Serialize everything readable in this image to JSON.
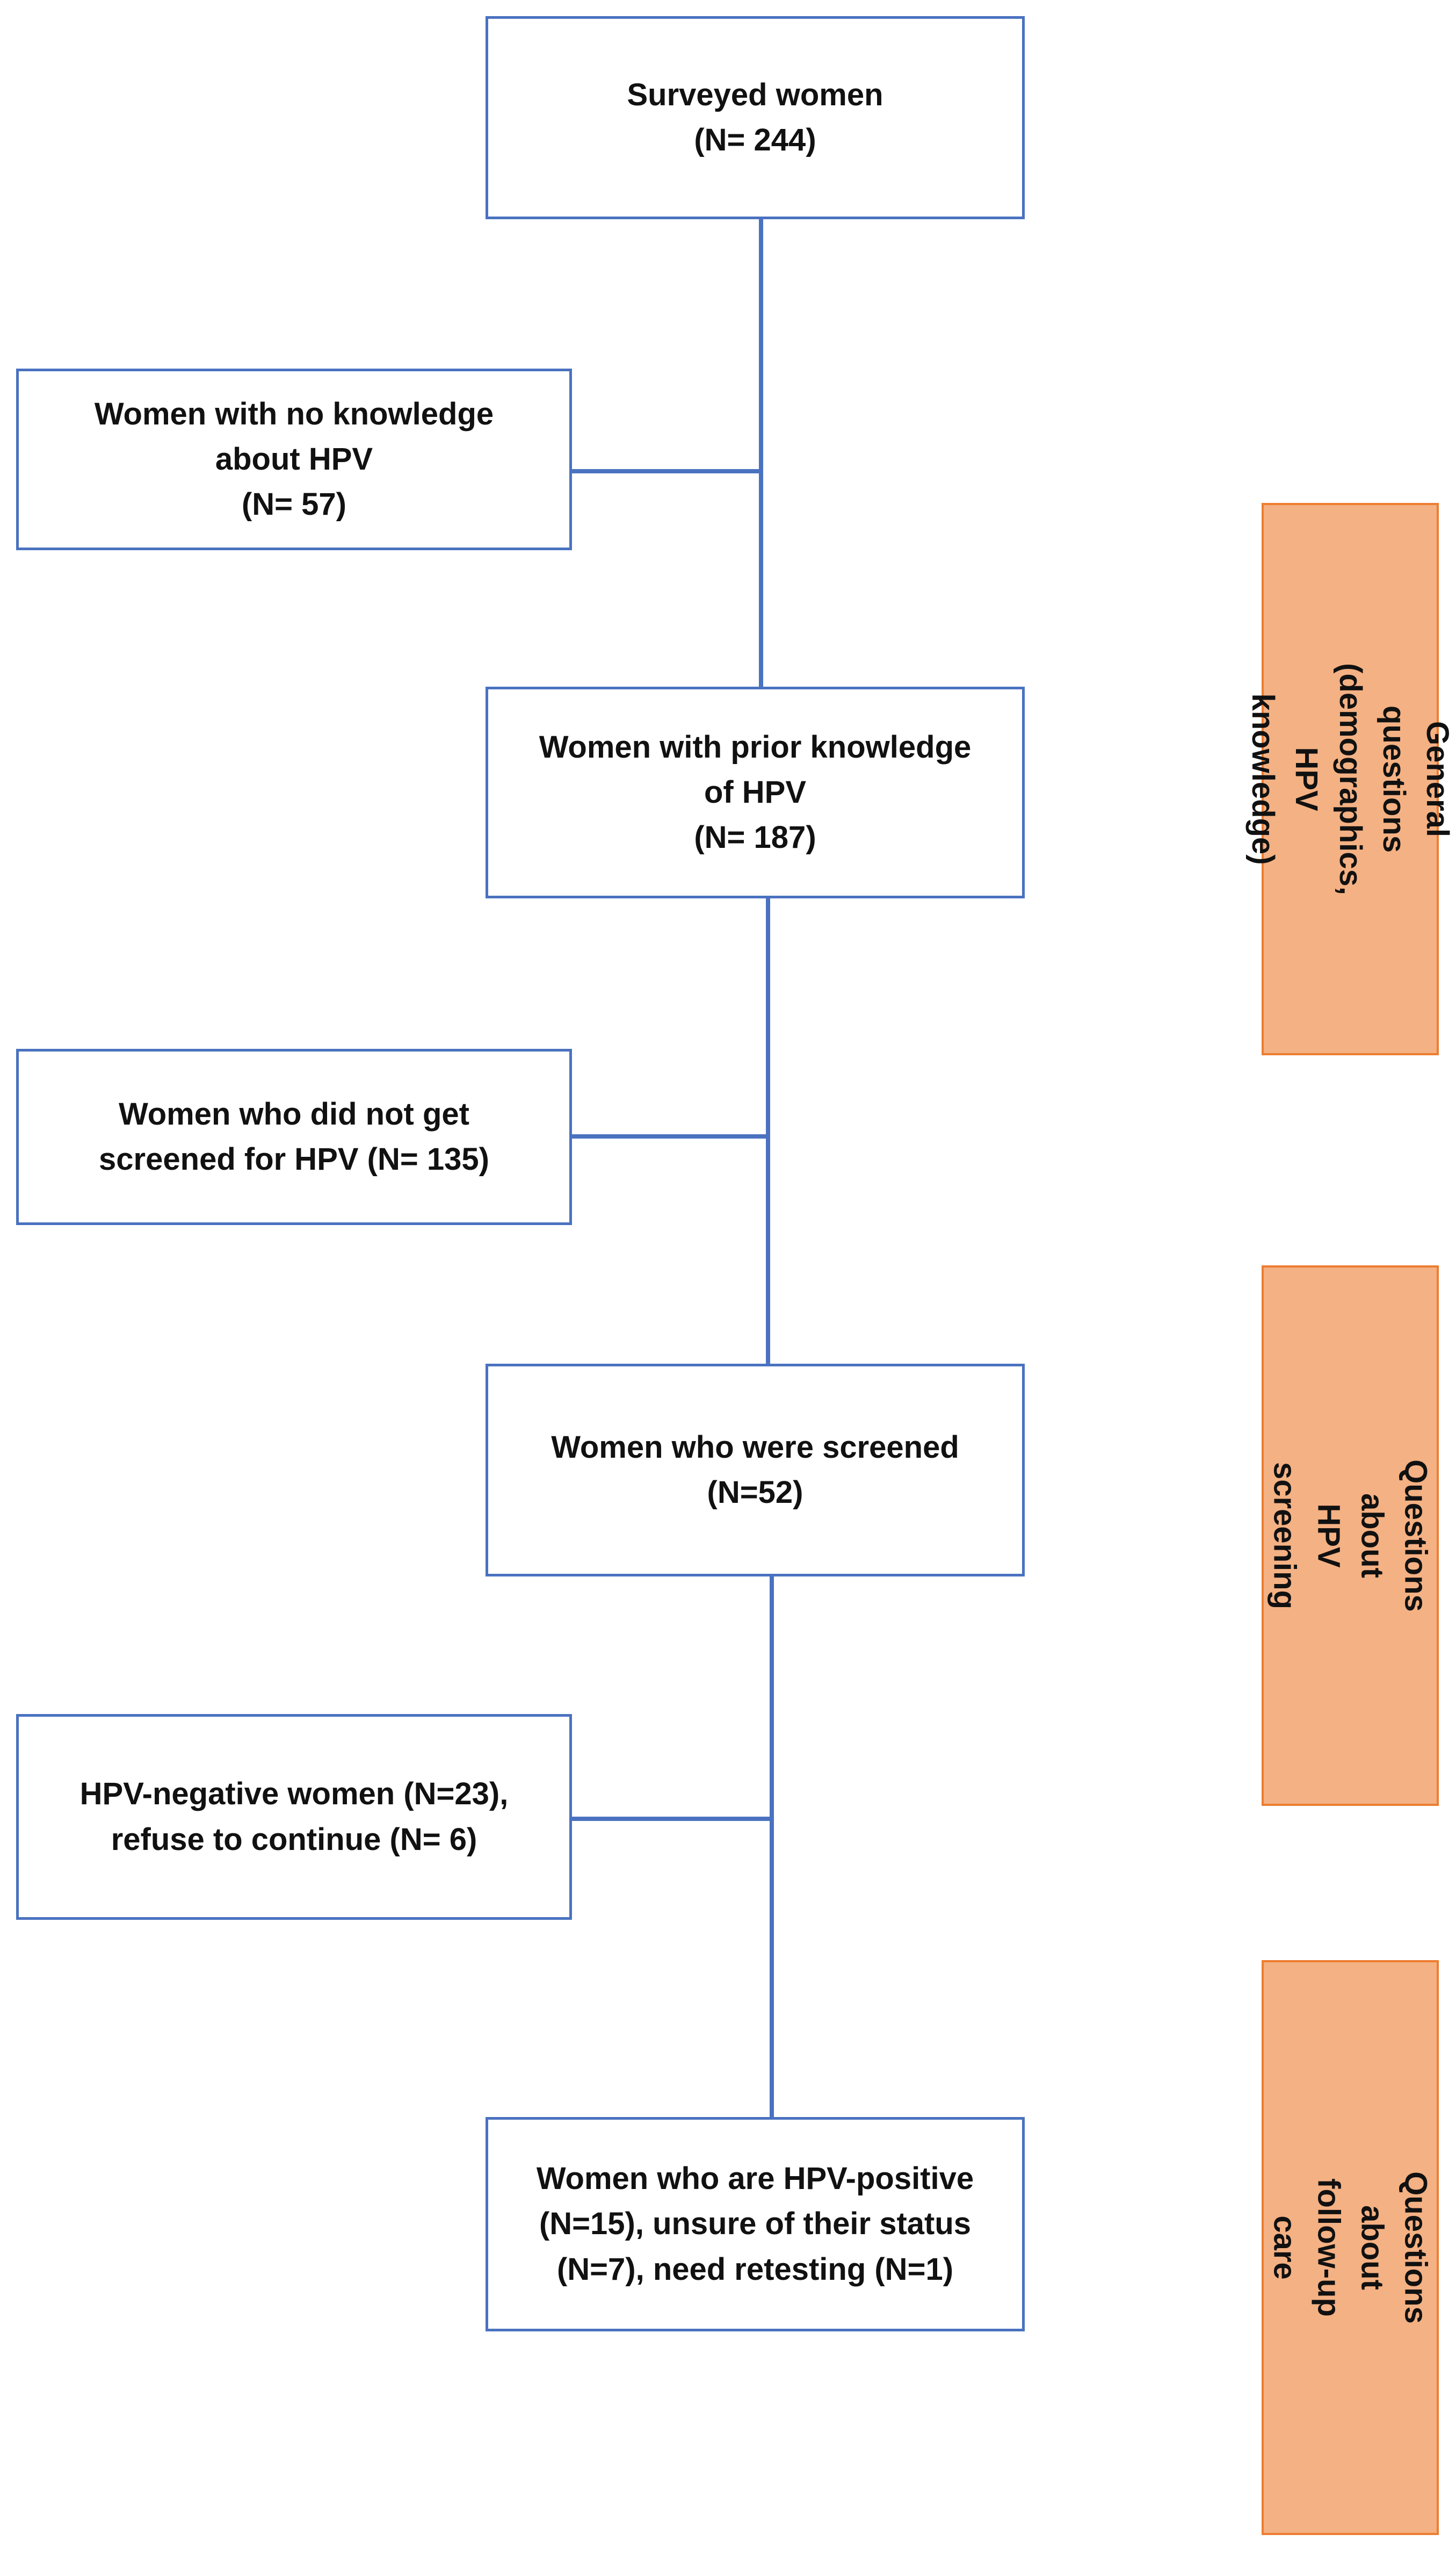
{
  "flowchart": {
    "boxes": {
      "surveyed": "Surveyed women\n(N= 244)",
      "no_knowledge": "Women with no knowledge\nabout HPV\n(N= 57)",
      "prior_knowledge": "Women with prior knowledge\nof HPV\n(N= 187)",
      "not_screened": "Women who did not get\nscreened for HPV  (N=  135)",
      "screened": "Women who were screened\n(N=52)",
      "hpv_negative": "HPV-negative women (N=23),\nrefuse to continue (N= 6)",
      "hpv_positive": "Women who are HPV-positive\n(N=15), unsure of their status\n(N=7), need retesting (N=1)"
    },
    "sections": {
      "general": "General questions\n(demographics, HPV knowledge)",
      "screening": "Questions about HPV screening",
      "followup": "Questions about follow-up care"
    }
  },
  "colors": {
    "box_border": "#4a72c0",
    "connector": "#4a72c0",
    "section_fill": "#f4b183",
    "section_border": "#ed7d31"
  }
}
